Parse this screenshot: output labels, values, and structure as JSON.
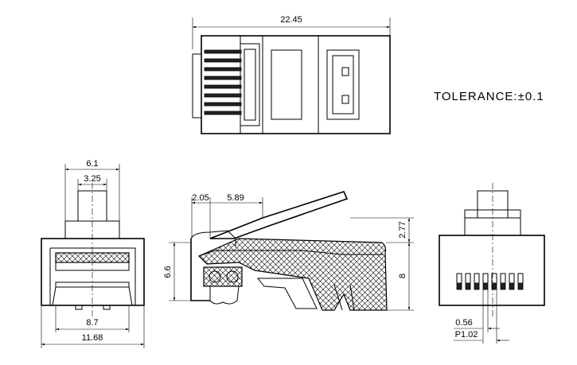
{
  "tolerance": "TOLERANCE:±0.1",
  "dimensions": {
    "overall_length": "22.45",
    "top_width": "6.1",
    "latch_width": "3.25",
    "inner_width": "8.7",
    "outer_width": "11.68",
    "offset_a": "2.05",
    "offset_b": "5.89",
    "height_left": "6.6",
    "height_right": "8",
    "latch_height": "2.77",
    "contact_width": "0.56",
    "contact_pitch": "P1.02"
  }
}
